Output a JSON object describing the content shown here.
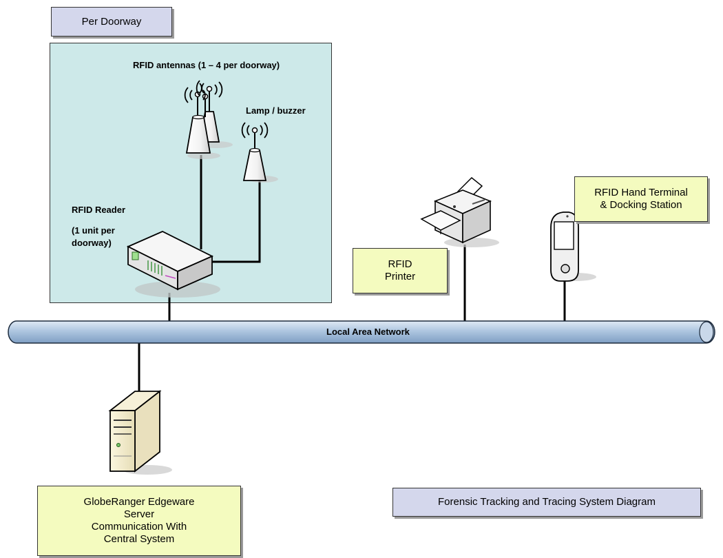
{
  "per_doorway_label": "Per Doorway",
  "antennas_label": "RFID antennas (1 – 4 per doorway)",
  "lamp_label": "Lamp / buzzer",
  "reader_label": "RFID Reader",
  "reader_note_line1": "(1 unit per",
  "reader_note_line2": "doorway)",
  "lan_label": "Local Area Network",
  "printer_label": "RFID\nPrinter",
  "hand_terminal_label": "RFID Hand Terminal\n& Docking Station",
  "server_label": "GlobeRanger Edgeware\nServer\nCommunication With\nCentral System",
  "diagram_title": "Forensic Tracking and Tracing System Diagram",
  "colors": {
    "doorway_panel": "#cde9e9",
    "note_lavender": "#d4d7ec",
    "note_yellow": "#f4fbbf",
    "network_pipe": "#a9c1dc"
  },
  "icons": [
    "rfid-antenna-icon",
    "lamp-buzzer-icon",
    "rfid-reader-icon",
    "printer-icon",
    "hand-terminal-icon",
    "server-tower-icon"
  ]
}
